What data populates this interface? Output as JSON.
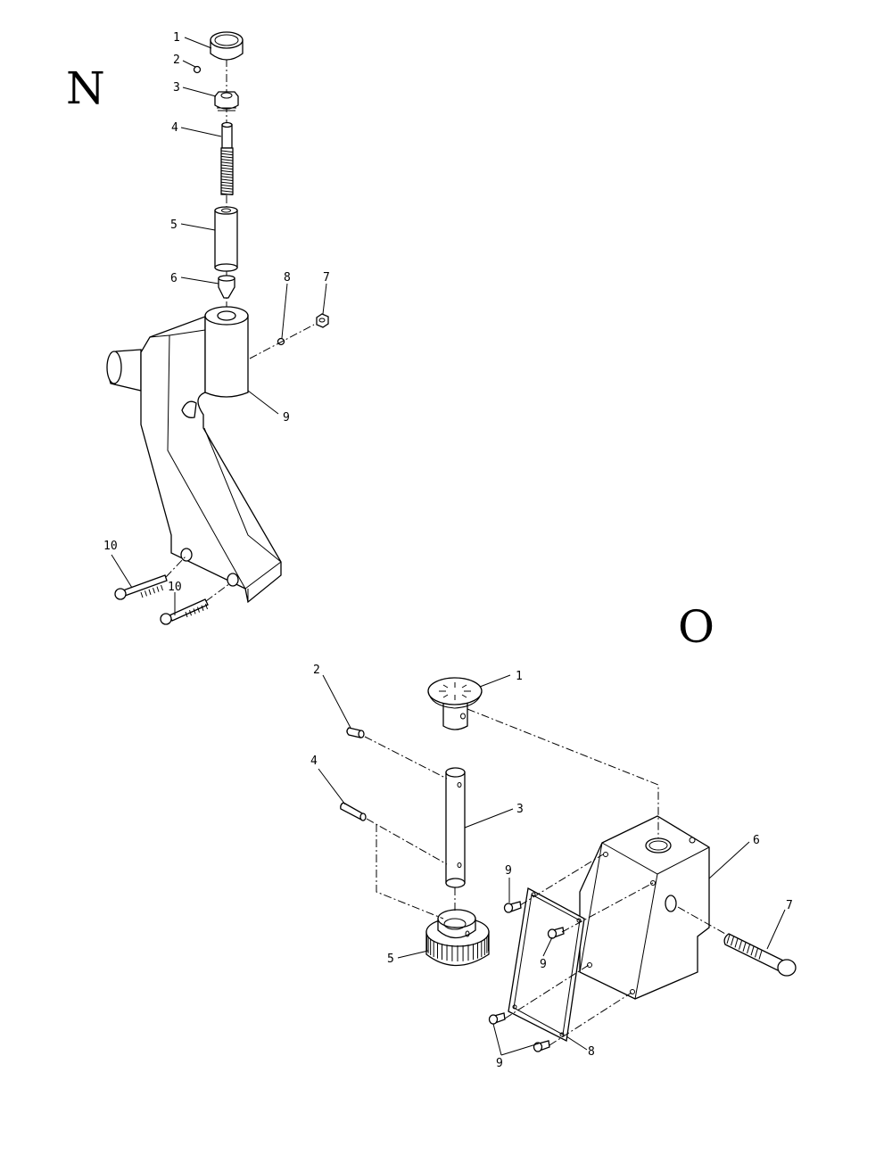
{
  "sections": {
    "n": {
      "letter": "N"
    },
    "o": {
      "letter": "O"
    }
  },
  "callouts_n": {
    "c1": "1",
    "c2": "2",
    "c3": "3",
    "c4": "4",
    "c5": "5",
    "c6": "6",
    "c7": "7",
    "c8": "8",
    "c9": "9",
    "c10a": "10",
    "c10b": "10"
  },
  "callouts_o": {
    "c1": "1",
    "c2": "2",
    "c3": "3",
    "c4": "4",
    "c5": "5",
    "c6": "6",
    "c7": "7",
    "c8": "8",
    "c9a": "9",
    "c9b": "9",
    "c9c": "9"
  }
}
